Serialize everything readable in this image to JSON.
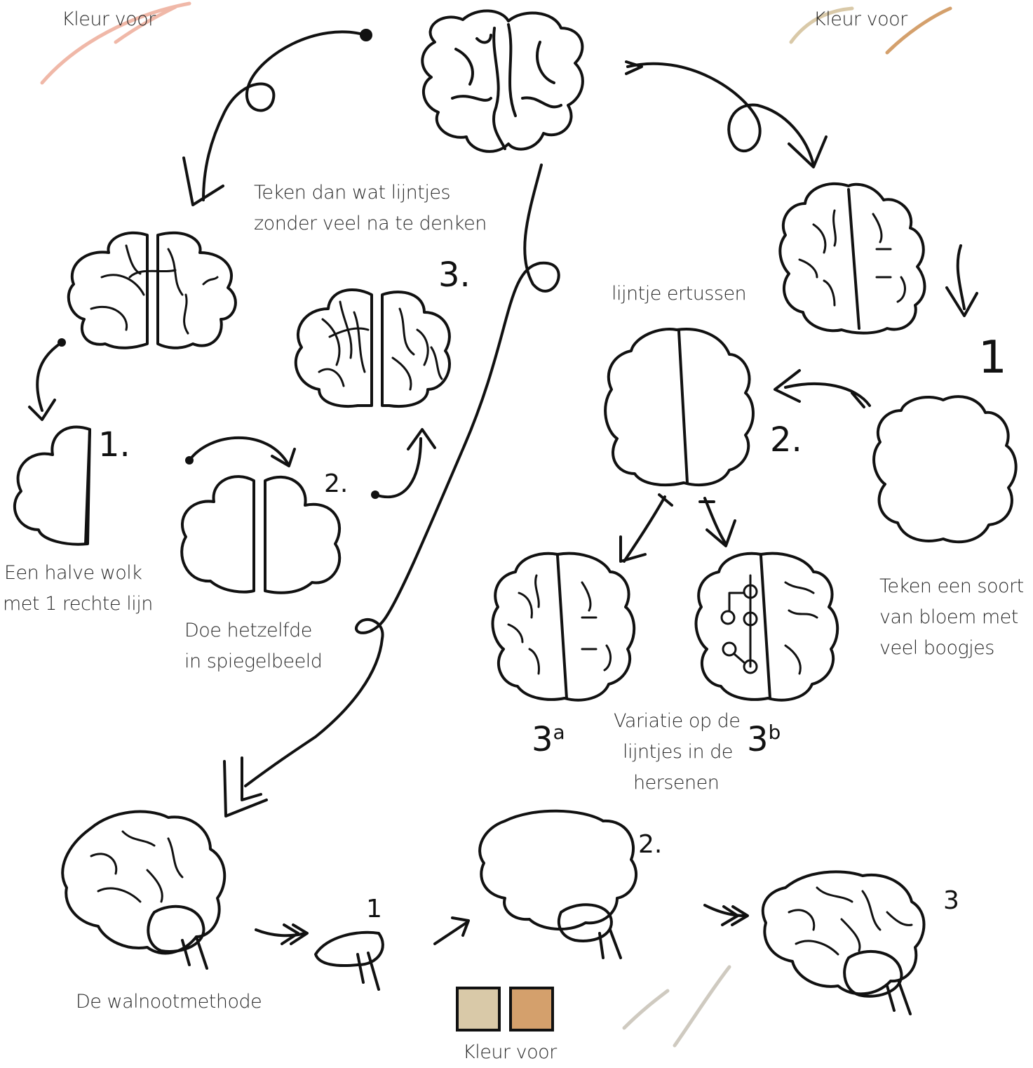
{
  "labels": {
    "kleur_top_left": "Kleur voor",
    "kleur_top_right": "Kleur voor",
    "kleur_bottom": "Kleur voor",
    "teken_lijntjes_1": "Teken dan wat lijntjes",
    "teken_lijntjes_2": "zonder veel na te denken",
    "halve_wolk_1": "Een halve wolk",
    "halve_wolk_2": "met 1 rechte lijn",
    "doe_hetzelfde_1": "Doe hetzelfde",
    "doe_hetzelfde_2": "in spiegelbeeld",
    "lijntje_ertussen": "lijntje ertussen",
    "bloem_1": "Teken een soort",
    "bloem_2": "van bloem met",
    "bloem_3": "veel boogjes",
    "variatie_1": "Variatie op de",
    "variatie_2": "lijntjes in de",
    "variatie_3": "hersenen",
    "walnoot": "De walnootmethode"
  },
  "step_numbers": {
    "left_1": "1.",
    "left_2": "2.",
    "left_3": "3.",
    "right_1": "1",
    "right_2": "2.",
    "right_3a": "3",
    "right_3a_sup": "a",
    "right_3b": "3",
    "right_3b_sup": "b",
    "bottom_1": "1",
    "bottom_2": "2.",
    "bottom_3": "3"
  },
  "colors": {
    "skin_pink": "#f0b8a8",
    "beige": "#d9c9a8",
    "tan": "#d4a06c",
    "grey_stroke": "#cfcac0",
    "ink": "#111111"
  }
}
